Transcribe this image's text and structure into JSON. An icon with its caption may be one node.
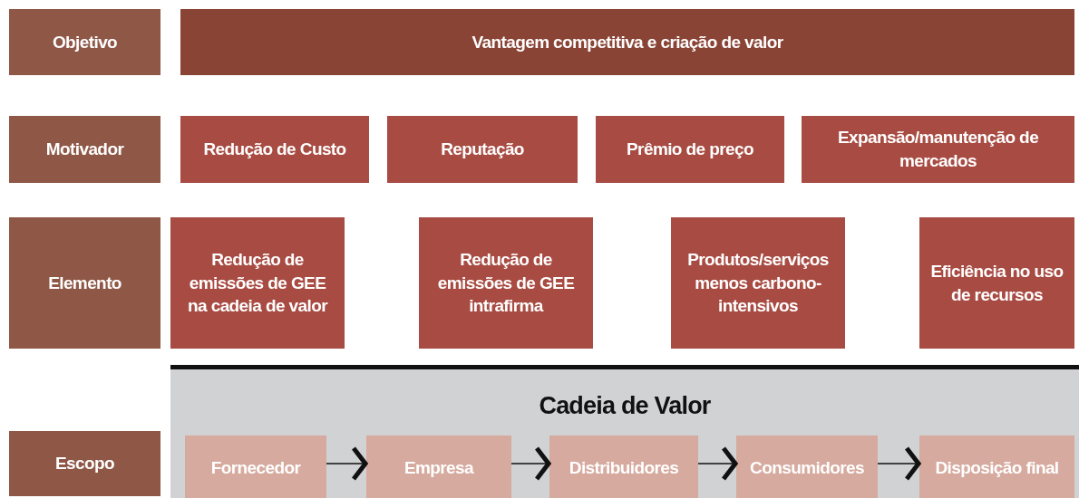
{
  "diagram": {
    "nodes": [
      {
        "text": [
          "Objetivo"
        ]
      },
      {
        "text": [
          "Vantagem competitiva e criação de valor"
        ]
      },
      {
        "text": [
          "Motivador"
        ]
      },
      {
        "text": [
          "Redução de Custo"
        ]
      },
      {
        "text": [
          "Reputação"
        ]
      },
      {
        "text": [
          "Prêmio de preço"
        ]
      },
      {
        "text": [
          "Expansão/manutenção de mercados"
        ]
      },
      {
        "text": [
          "Elemento"
        ]
      },
      {
        "text": [
          "Redução de emissões de GEE na cadeia de valor"
        ]
      },
      {
        "text": [
          "Redução de emissões de GEE intrafirma"
        ]
      },
      {
        "text": [
          "Produtos/serviços menos carbono-intensivos"
        ]
      },
      {
        "text": [
          "Eficiência no uso de recursos"
        ]
      },
      {
        "text": [
          "Escopo"
        ]
      },
      {
        "text": [
          "Cadeia de Valor"
        ]
      },
      {
        "text": [
          "Fornecedor"
        ],
        "in": 13
      },
      {
        "text": [
          "Empresa"
        ],
        "in": 13
      },
      {
        "text": [
          "Distribuidores"
        ],
        "in": 13
      },
      {
        "text": [
          "Consumidores"
        ],
        "in": 13
      },
      {
        "text": [
          "Disposição final"
        ],
        "in": 13
      }
    ],
    "edges": [
      {
        "from": 14,
        "to": 15,
        "arrow": "to"
      },
      {
        "from": 15,
        "to": 16,
        "arrow": "to"
      },
      {
        "from": 16,
        "to": 17,
        "arrow": "to"
      },
      {
        "from": 17,
        "to": 18,
        "arrow": "to"
      }
    ]
  }
}
